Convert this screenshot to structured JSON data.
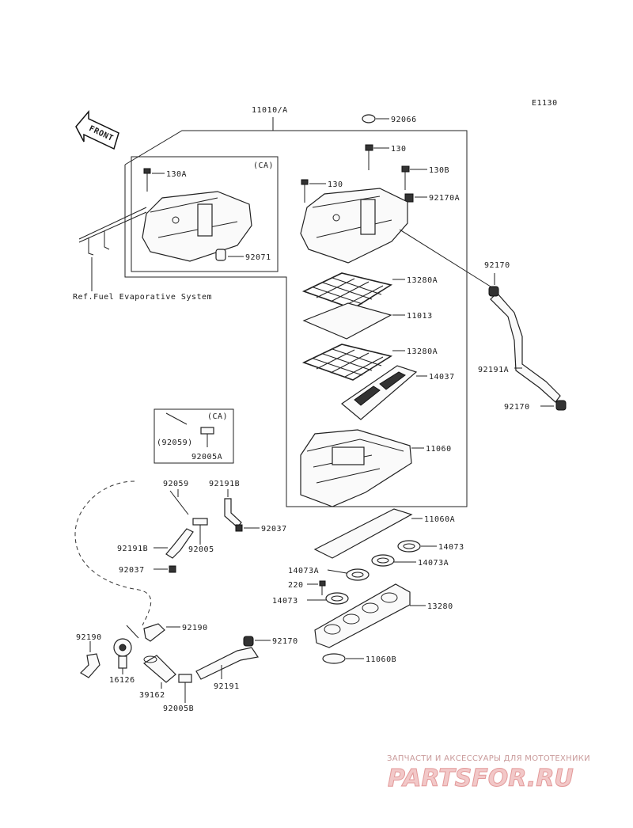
{
  "diagram_code": "E1130",
  "front_label": "FRONT",
  "ref_note": "Ref.Fuel Evaporative System",
  "ca_label": "(CA)",
  "parts": {
    "p11010": "11010/A",
    "p92066": "92066",
    "p130_top": "130",
    "p130_left": "130",
    "p130A": "130A",
    "p130B": "130B",
    "p92170A": "92170A",
    "p92071": "92071",
    "p92170_a": "92170",
    "p92170_b": "92170",
    "p92170_c": "92170",
    "p13280A_1": "13280A",
    "p11013": "11013",
    "p13280A_2": "13280A",
    "p14037": "14037",
    "p92191A": "92191A",
    "p11060": "11060",
    "p92059_ca": "(92059)",
    "p92005A": "92005A",
    "p92059": "92059",
    "p92191B_1": "92191B",
    "p92191B_2": "92191B",
    "p92037_1": "92037",
    "p92037_2": "92037",
    "p92005": "92005",
    "p11060A": "11060A",
    "p14073": "14073",
    "p14073A_1": "14073A",
    "p14073A_2": "14073A",
    "p220": "220",
    "p14073_b": "14073",
    "p13280": "13280",
    "p92190_1": "92190",
    "p92190_2": "92190",
    "p16126": "16126",
    "p39162": "39162",
    "p92191": "92191",
    "p92005B": "92005B",
    "p11060B": "11060B"
  },
  "watermark": {
    "tagline": "ЗАПЧАСТИ И АКСЕССУАРЫ ДЛЯ МОТОТЕХНИКИ",
    "brand": "PARTSFOR.RU"
  }
}
